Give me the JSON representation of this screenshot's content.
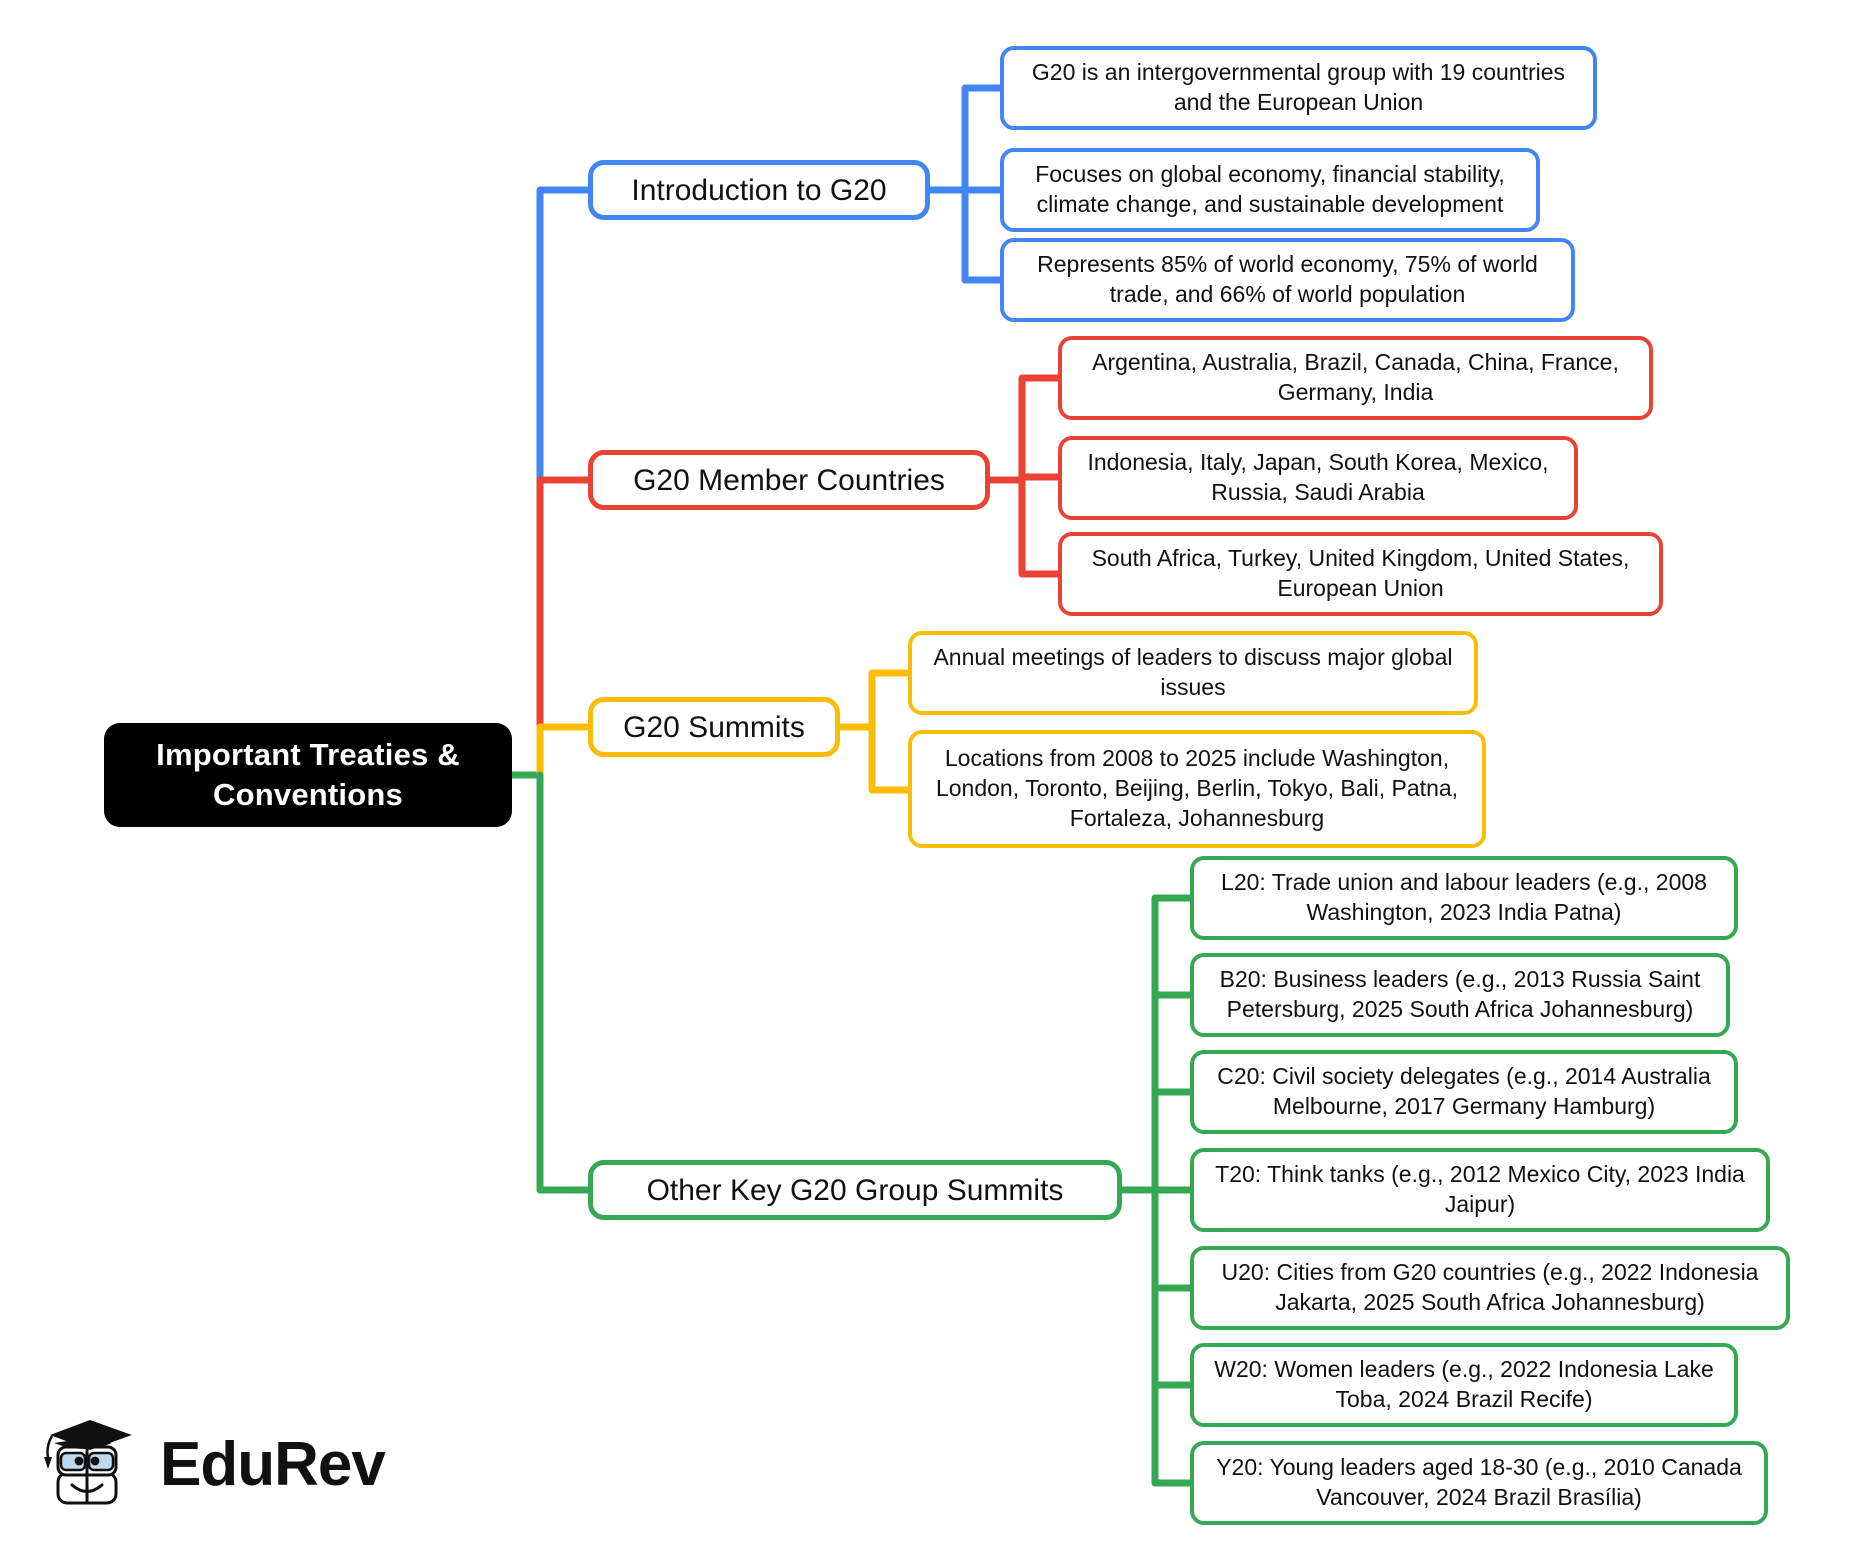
{
  "diagram": {
    "type": "mindmap",
    "title": "Important Treaties & Conventions",
    "root": {
      "label": "Important Treaties & Conventions",
      "color": "#000000",
      "text_color": "#ffffff"
    },
    "branches": [
      {
        "label": "Introduction to G20",
        "color": "#4285f4",
        "children": [
          {
            "label": "G20 is an intergovernmental group with 19 countries and the European Union"
          },
          {
            "label": "Focuses on global economy, financial stability, climate change, and sustainable development"
          },
          {
            "label": "Represents 85% of world economy, 75% of world trade, and 66% of world population"
          }
        ]
      },
      {
        "label": "G20 Member Countries",
        "color": "#ea4335",
        "children": [
          {
            "label": "Argentina, Australia, Brazil, Canada, China, France, Germany, India"
          },
          {
            "label": "Indonesia, Italy, Japan, South Korea, Mexico, Russia, Saudi Arabia"
          },
          {
            "label": "South Africa, Turkey, United Kingdom, United States, European Union"
          }
        ]
      },
      {
        "label": "G20 Summits",
        "color": "#fbbc05",
        "children": [
          {
            "label": "Annual meetings of leaders to discuss major global issues"
          },
          {
            "label": "Locations from 2008 to 2025 include Washington, London, Toronto, Beijing, Berlin, Tokyo, Bali, Patna, Fortaleza, Johannesburg"
          }
        ]
      },
      {
        "label": "Other Key G20 Group Summits",
        "color": "#34a853",
        "children": [
          {
            "label": "L20: Trade union and labour leaders (e.g., 2008 Washington, 2023 India Patna)"
          },
          {
            "label": "B20: Business leaders (e.g., 2013 Russia Saint Petersburg, 2025 South Africa Johannesburg)"
          },
          {
            "label": "C20: Civil society delegates (e.g., 2014 Australia Melbourne, 2017 Germany Hamburg)"
          },
          {
            "label": "T20: Think tanks (e.g., 2012 Mexico City, 2023 India Jaipur)"
          },
          {
            "label": "U20: Cities from G20 countries (e.g., 2022 Indonesia Jakarta, 2025 South Africa Johannesburg)"
          },
          {
            "label": "W20: Women leaders (e.g., 2022 Indonesia Lake Toba, 2024 Brazil Recife)"
          },
          {
            "label": "Y20: Young leaders aged 18-30 (e.g., 2010 Canada Vancouver, 2024 Brazil Brasília)"
          }
        ]
      }
    ]
  },
  "branding": {
    "name": "EduRev",
    "icon": "graduation-cap-book-mascot-icon"
  }
}
